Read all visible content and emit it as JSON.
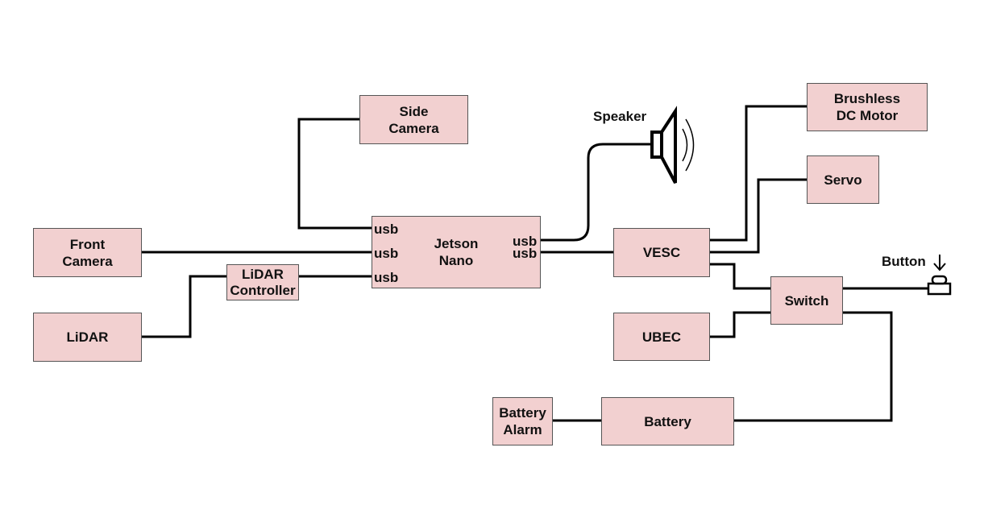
{
  "colors": {
    "box_fill": "#f2d0d0",
    "box_border": "#555555",
    "wire": "#000000"
  },
  "nodes": {
    "side_camera": [
      "Side",
      "Camera"
    ],
    "front_camera": [
      "Front",
      "Camera"
    ],
    "lidar_controller": [
      "LiDAR",
      "Controller"
    ],
    "lidar": [
      "LiDAR"
    ],
    "jetson_nano": [
      "Jetson",
      "Nano"
    ],
    "vesc": [
      "VESC"
    ],
    "brushless_motor": [
      "Brushless",
      "DC Motor"
    ],
    "servo": [
      "Servo"
    ],
    "switch": [
      "Switch"
    ],
    "ubec": [
      "UBEC"
    ],
    "battery_alarm": [
      "Battery",
      "Alarm"
    ],
    "battery": [
      "Battery"
    ]
  },
  "ports": {
    "usb_1": "usb",
    "usb_2": "usb",
    "usb_3": "usb",
    "usb_4": "usb",
    "usb_5": "usb"
  },
  "labels": {
    "speaker": "Speaker",
    "button": "Button"
  },
  "icons": {
    "speaker": "speaker-icon",
    "button": "push-button-icon",
    "arrow": "arrow-down-icon"
  }
}
